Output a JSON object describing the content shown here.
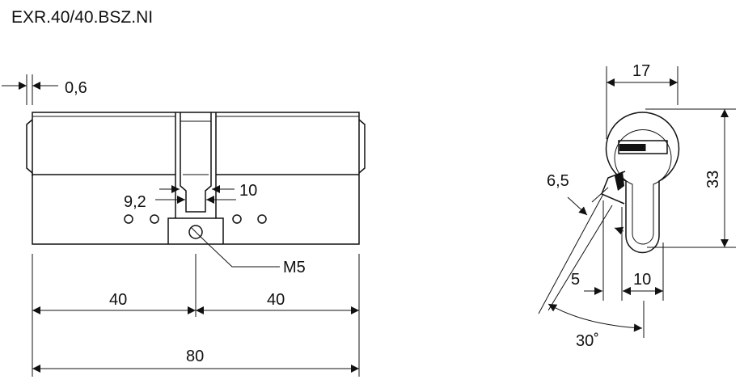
{
  "title": "EXR.40/40.BSZ.NI",
  "side_view": {
    "dim_offset": "0,6",
    "dim_width_cam": "10",
    "dim_cam_small": "9,2",
    "dim_screw": "M5",
    "dim_left": "40",
    "dim_right": "40",
    "dim_total": "80"
  },
  "front_view": {
    "dim_width": "17",
    "dim_height": "33",
    "dim_cam_angle_len": "6,5",
    "dim_cam_offset": "5",
    "dim_bottom_width": "10",
    "dim_angle": "30˚"
  }
}
